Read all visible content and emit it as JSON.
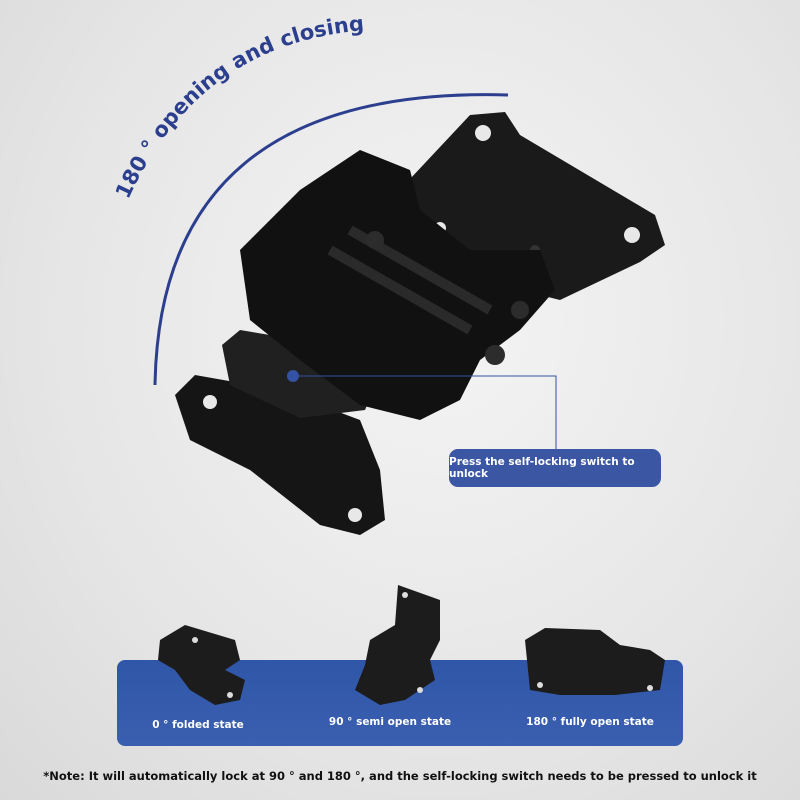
{
  "headline": "180 ° opening and closing",
  "callout": "Press the self-locking switch to unlock",
  "states": [
    {
      "label": "0 ° folded state"
    },
    {
      "label": "90 ° semi open state"
    },
    {
      "label": "180 ° fully open state"
    }
  ],
  "note": "*Note: It will automatically lock at 90 ° and 180 °, and the self-locking switch needs to be pressed to unlock it",
  "colors": {
    "accent": "#2c3f8f",
    "panel": "#3459a9",
    "callout": "#3b56a3"
  }
}
